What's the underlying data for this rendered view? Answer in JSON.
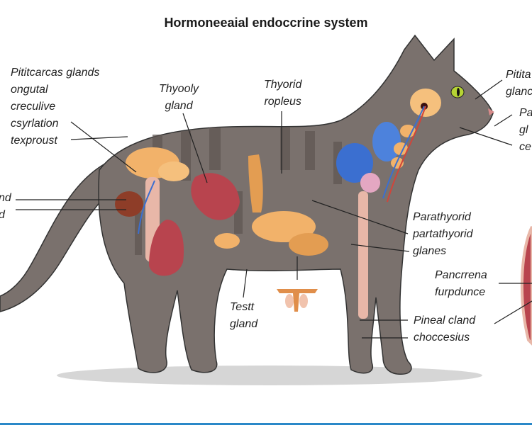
{
  "title": "Hormoneeaial endoccrine system",
  "labels": {
    "left_block": [
      "Pititcarcas glands",
      "ongutal",
      "creculive",
      "csyrlation",
      "texproust"
    ],
    "left_cut": [
      "nd",
      "d"
    ],
    "thyooly": [
      "Thyooly",
      "gland"
    ],
    "thyorid": [
      "Thyorid",
      "ropleus"
    ],
    "testt": [
      "Testt",
      "gland"
    ],
    "right_top_1": [
      "Pitita",
      "glanc"
    ],
    "right_top_2": [
      "Pa",
      "gl",
      "ce"
    ],
    "parathyroid": [
      "Parathyorid",
      "partathyorid",
      "glanes"
    ],
    "pancreas": [
      "Pancrrena",
      "furpdunce"
    ],
    "pineal": [
      "Pineal cland",
      "choccesius"
    ]
  },
  "colors": {
    "fur": "#7a716d",
    "stripe": "#5e5551",
    "gland_orange": "#f2b26a",
    "organ_red": "#b8444e",
    "vessel_blue": "#3b6fd0",
    "eye": "#b6d334",
    "bottom_bar": "#2a88c8"
  }
}
